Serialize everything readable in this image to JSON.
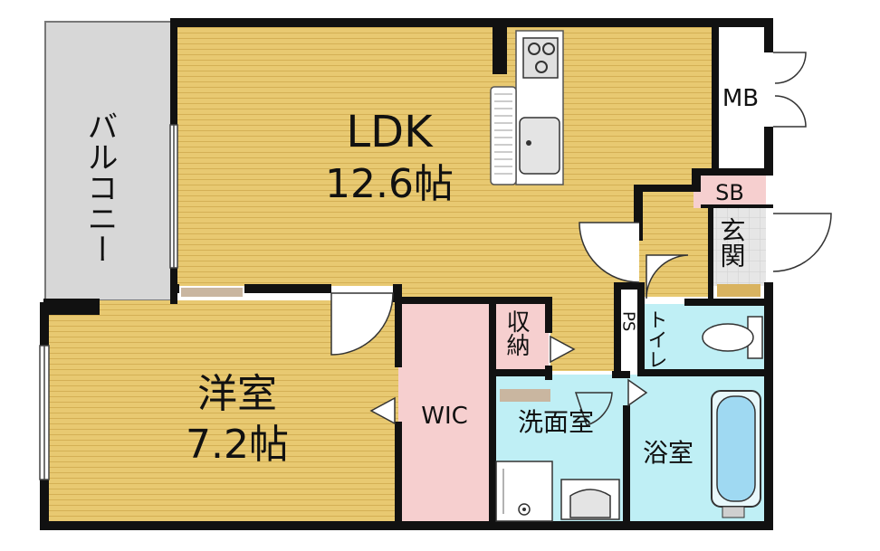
{
  "rooms": {
    "ldk": {
      "name": "LDK",
      "size": "12.6帖"
    },
    "western": {
      "name": "洋室",
      "size": "7.2帖"
    },
    "balcony": "バルコニー",
    "mb": "MB",
    "sb": "SB",
    "entrance": "玄関",
    "toilet": "トイレ",
    "ps": "PS",
    "storage": "収納",
    "wic": "WIC",
    "washroom": "洗面室",
    "bath": "浴室"
  },
  "colors": {
    "floor_wood": "#E8C971",
    "floor_stripe": "#D4B055",
    "balcony": "#D7D7D7",
    "wic": "#F6CFCF",
    "wet_area": "#BFEFF5",
    "sb": "#F6CFCF",
    "entrance_floor": "#E8E8E8",
    "wall": "#111111"
  },
  "icons": [
    "stove-icon",
    "sink-icon",
    "toilet-icon",
    "bathtub-icon",
    "washbasin-icon",
    "washing-machine-icon",
    "door-swing-icon"
  ]
}
